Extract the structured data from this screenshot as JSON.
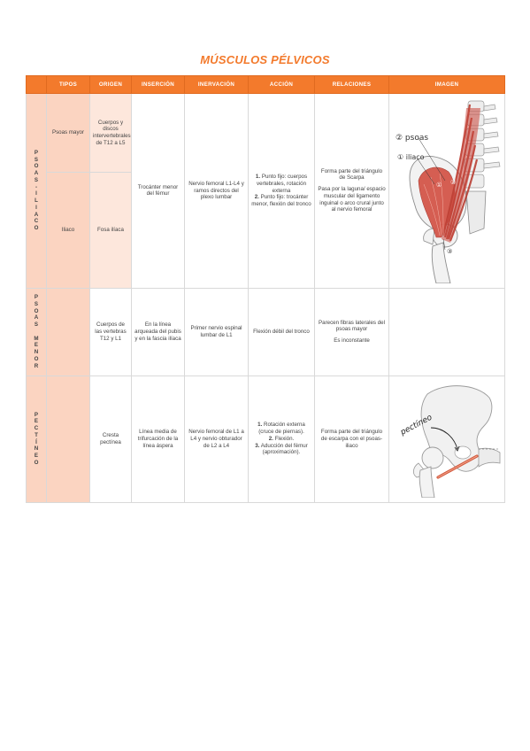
{
  "title": "MÚSCULOS PÉLVICOS",
  "headers": [
    "TIPOS",
    "ORIGEN",
    "INSERCIÓN",
    "INERVACIÓN",
    "ACCIÓN",
    "RELACIONES",
    "IMAGEN"
  ],
  "groups": {
    "psoas_iliaco": {
      "label": "PSOAS-ILIACO",
      "psoas_mayor": {
        "tipo": "Psoas mayor",
        "origen": "Cuerpos y discos intervertebrales de T12 a L5"
      },
      "iliaco": {
        "tipo": "Iliaco",
        "origen": "Fosa ilíaca"
      },
      "insercion": "Trocánter menor del fémur",
      "inervacion": "Nervio femoral L1-L4 y ramos directos del plexo lumbar",
      "accion": {
        "n1": "1.",
        "t1": " Punto fijo: cuerpos vertebrales, rotación externa",
        "n2": "2.",
        "t2": " Punto fijo: trocánter menor, flexión del tronco"
      },
      "relaciones": {
        "r1": "Forma parte del triángulo de Scarpa",
        "r2": "Pasa por la laguna/ espacio muscular del ligamento inguinal o arco crural junto al nervio femoral"
      },
      "image_labels": {
        "psoas": "② psoas",
        "iliaco": "① iliaco",
        "n1": "①",
        "n2": "②",
        "n3": "③"
      }
    },
    "psoas_menor": {
      "label": "PSOAS MENOR",
      "origen": "Cuerpos de las vertebras T12 y L1",
      "insercion": "En la línea arqueada del pubis y en la fascia ilíaca",
      "inervacion": "Primer nervio espinal lumbar de L1",
      "accion": "Flexión débil del tronco",
      "relaciones": {
        "r1": "Parecen fibras laterales del psoas mayor",
        "r2": "Es inconstante"
      }
    },
    "pectineo": {
      "label": "PECTÍNEO",
      "origen": "Cresta pectínea",
      "insercion": "Línea media de trifurcación de la línea áspera",
      "inervacion": "Nervio femoral de L1 a L4 y nervio obturador de L2 a L4",
      "accion": {
        "n1": "1.",
        "t1": " Rotación externa (cruce de piernas).",
        "n2": "2.",
        "t2": " Flexión.",
        "n3": "3.",
        "t3": " Aducción del fémur (aproximación)."
      },
      "relaciones": "Forma parte del triángulo de escarpa con el psoas-iliaco",
      "image_label": "pectíneo"
    }
  },
  "colors": {
    "accent": "#f37a2c",
    "group_bg": "#fbd4c1",
    "origin_bg": "#fde7dc",
    "muscle": "#c9463a"
  },
  "icons": {
    "psoas_illustration": "pelvis-psoas-iliaco-illustration",
    "pectineo_illustration": "pelvis-pectineo-illustration"
  }
}
